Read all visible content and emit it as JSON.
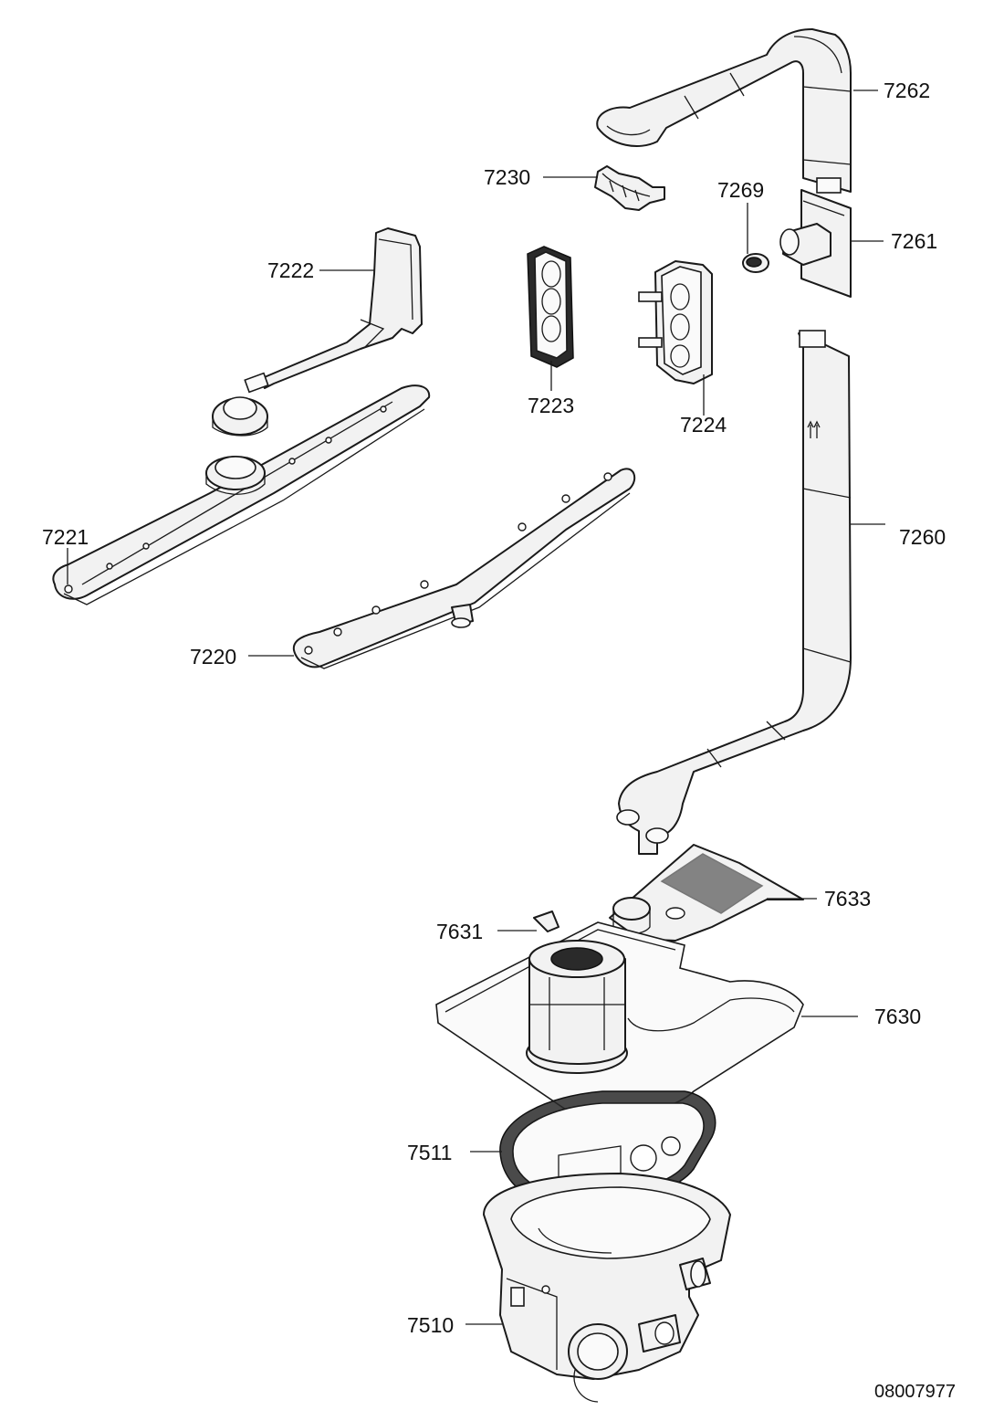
{
  "diagram": {
    "parts": [
      {
        "id": "p7262",
        "label": "7262"
      },
      {
        "id": "p7230",
        "label": "7230"
      },
      {
        "id": "p7269",
        "label": "7269"
      },
      {
        "id": "p7261",
        "label": "7261"
      },
      {
        "id": "p7222",
        "label": "7222"
      },
      {
        "id": "p7223",
        "label": "7223"
      },
      {
        "id": "p7224",
        "label": "7224"
      },
      {
        "id": "p7221",
        "label": "7221"
      },
      {
        "id": "p7260",
        "label": "7260"
      },
      {
        "id": "p7220",
        "label": "7220"
      },
      {
        "id": "p7633",
        "label": "7633"
      },
      {
        "id": "p7631",
        "label": "7631"
      },
      {
        "id": "p7630",
        "label": "7630"
      },
      {
        "id": "p7511",
        "label": "7511"
      },
      {
        "id": "p7510",
        "label": "7510"
      }
    ],
    "document_id": "08007977"
  }
}
